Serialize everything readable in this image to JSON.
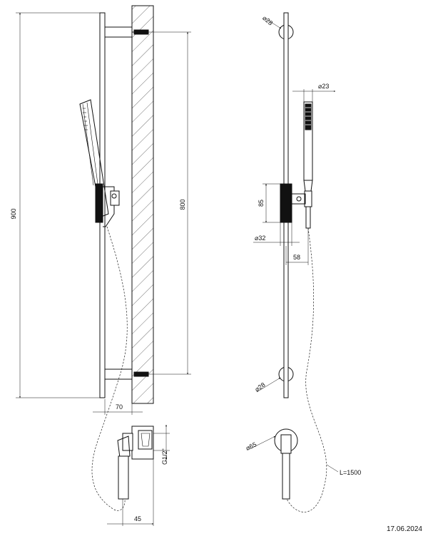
{
  "dimensions": {
    "side_total_height": "900",
    "side_bracket_span": "800",
    "side_wall_offset": "70",
    "outlet_thread": "G1/2\"",
    "outlet_depth": "45",
    "front_bracket_dia_top": "28",
    "front_handshower_dia": "23",
    "front_holder_height": "85",
    "front_bar_dia": "32",
    "front_holder_offset": "58",
    "front_bracket_dia_bottom": "28",
    "front_outlet_dia": "65",
    "hose_length": "L=1500"
  },
  "diameter_symbol": "⌀",
  "date": "17.06.2024"
}
